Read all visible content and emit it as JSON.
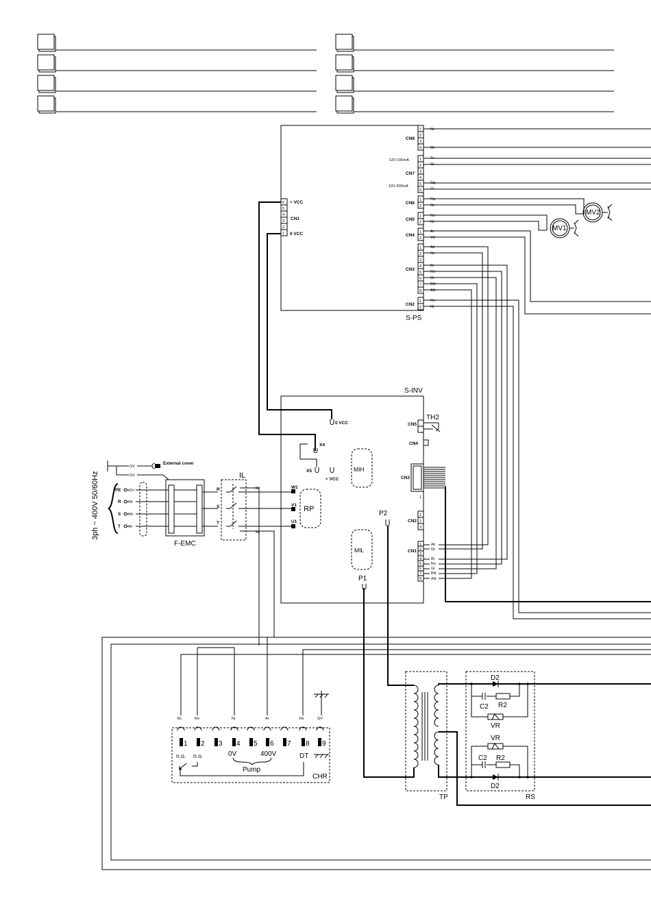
{
  "legend_boxes": [
    "",
    "",
    "",
    "",
    "",
    "",
    "",
    ""
  ],
  "sps": {
    "title": "S-PS",
    "cn1": {
      "label": "CN1",
      "pins": [
        "6",
        "5",
        "4",
        "3",
        "2",
        "1"
      ],
      "vcc_plus": "+ VCC",
      "vcc_zero": "0 VCC"
    },
    "connectors": [
      {
        "label": "CN8",
        "pins": [
          "1",
          "2",
          "3",
          "4"
        ],
        "wires": [
          "Nr",
          "",
          "",
          "Mr"
        ]
      },
      {
        "label": "CN7",
        "pins": [
          "1",
          "2",
          "3",
          "4",
          "5",
          "6"
        ],
        "wires": [
          "Ar",
          "Gi",
          "",
          "",
          "Gg",
          "Vi"
        ],
        "notes": [
          "12V-100mA",
          "10V-200mA"
        ]
      },
      {
        "label": "CN6",
        "pins": [
          "1",
          "2"
        ],
        "wires": [
          "Ra",
          "Nr"
        ]
      },
      {
        "label": "CN5",
        "pins": [
          "1",
          "2"
        ],
        "wires": [
          "Rs",
          "Nr"
        ]
      },
      {
        "label": "CN4",
        "pins": [
          "1",
          "2"
        ],
        "wires": [
          "Ar",
          "Vd"
        ]
      },
      {
        "label": "CN3",
        "pins": [
          "1",
          "2",
          "3",
          "4",
          "5",
          "6",
          "7",
          "8"
        ],
        "wires": [
          "Az",
          "Nr",
          "",
          "Bi",
          "Ro",
          "Gi",
          "BN",
          "AN"
        ]
      },
      {
        "label": "CN2",
        "pins": [
          "1",
          "2"
        ],
        "wires": [
          "Rs",
          "Ni"
        ]
      }
    ],
    "fans": [
      "MV2",
      "MV1"
    ]
  },
  "sinv": {
    "title": "S-INV",
    "vcc_zero": "0 VCC",
    "vcc_plus": "+ VCC",
    "x4": "X4",
    "x5": "X5",
    "mih": "MIH",
    "mil": "MIL",
    "rp": "RP",
    "phases": [
      "W1",
      "V1",
      "U1"
    ],
    "th2": "TH2",
    "cn5": "CN5",
    "cn4": "CN4",
    "cn3": "CN3",
    "cn3_pin": "1",
    "cn2": {
      "label": "CN2",
      "pins": [
        "1",
        "2",
        "3"
      ]
    },
    "cn1": {
      "label": "CN1",
      "pins": [
        "1",
        "2",
        "3",
        "4",
        "5",
        "6",
        "7",
        "8"
      ],
      "wires": [
        "Az",
        "Nr",
        "",
        "Bi",
        "Ro",
        "Gi",
        "BN",
        "AN"
      ]
    },
    "p1": "P1",
    "p2": "P2"
  },
  "mains": {
    "supply_label": "3ph ~ 400V  50/60Hz",
    "external_cover": "External cover",
    "gv": "GV",
    "terminals": [
      {
        "name": "PE",
        "wire": "GV"
      },
      {
        "name": "R",
        "wire": "Nr"
      },
      {
        "name": "S",
        "wire": "Mr"
      },
      {
        "name": "T",
        "wire": "Bi"
      }
    ],
    "femc": "F-EMC",
    "il": "IL",
    "il_phases": [
      "R",
      "S",
      "T"
    ],
    "il_wires": [
      "Mr",
      "Ar"
    ]
  },
  "chr": {
    "label": "CHR",
    "wire_tags": [
      "Bc",
      "Ro",
      "",
      "Nr",
      "",
      "Ar",
      "",
      "Rs",
      "GV"
    ],
    "terminals": [
      "1",
      "2",
      "3",
      "4",
      "5",
      "6",
      "7",
      "8",
      "9"
    ],
    "no1": "n.o.",
    "no2": "n.o.",
    "zero_v": "0V",
    "v400": "400V",
    "pump": "Pump",
    "dt": "DT"
  },
  "tp": {
    "label": "TP"
  },
  "rs": {
    "label": "RS",
    "d2": "D2",
    "c2": "C2",
    "r2": "R2",
    "vr": "VR"
  }
}
